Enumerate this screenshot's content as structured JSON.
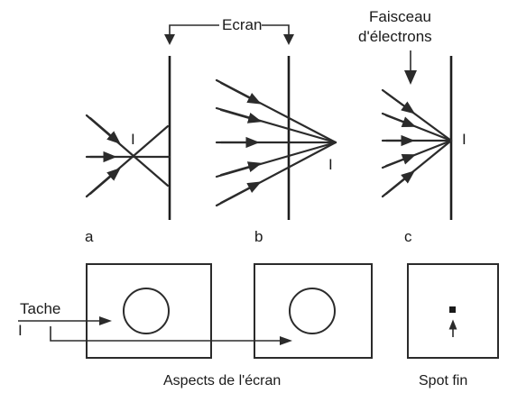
{
  "labels": {
    "ecran": "Ecran",
    "faisceau_line1": "Faisceau",
    "faisceau_line2": "d'électrons",
    "focus_mark_a": "I",
    "focus_mark_b": "I",
    "focus_mark_c": "I",
    "panel_a": "a",
    "panel_b": "b",
    "panel_c": "c",
    "tache": "Tache",
    "tache_mark": "I",
    "aspects": "Aspects de l'écran",
    "spot_fin": "Spot fin"
  }
}
